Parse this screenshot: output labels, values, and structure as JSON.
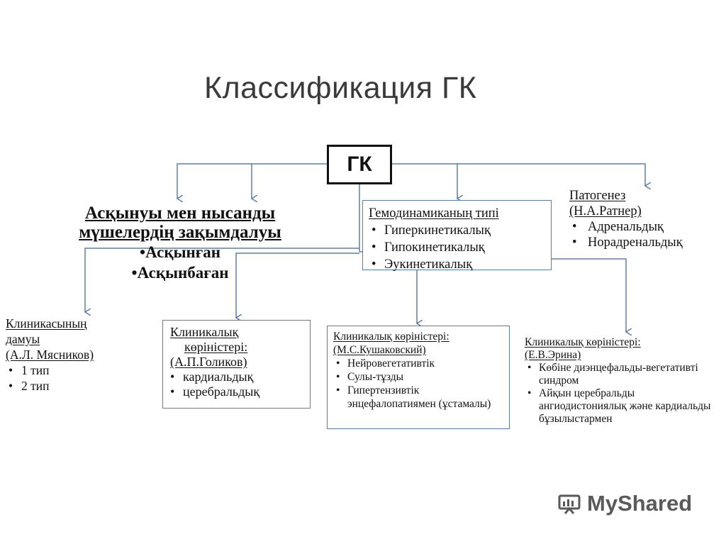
{
  "title": "Классификация ГК",
  "root": "ГК",
  "complications": {
    "line1": "Асқынуы мен нысанды",
    "line2": "мүшелердің зақымдалуы",
    "items": [
      "•Асқынған",
      "•Асқынбаған"
    ]
  },
  "hemodynamics": {
    "title": "Гемодинамиканың типі",
    "items": [
      "Гиперкинетикалық",
      "Гипокинетикалық",
      "Эукинетикалық"
    ]
  },
  "pathogenesis": {
    "title_line1": "Патогенез",
    "title_line2": "(Н.А.Ратнер)",
    "items": [
      "Адренальдық",
      "Норадренальдық"
    ]
  },
  "clinical_myasnikov": {
    "title_line1": "Клиникасының",
    "title_line2": "дамуы",
    "title_line3": "(А.Л. Мясников)",
    "items": [
      "1 тип",
      "2 тип"
    ]
  },
  "clinical_golikov": {
    "title_line1": "Клиникалық",
    "title_line2": "көріністері:",
    "title_line3": "(А.П.Голиков)",
    "items": [
      "кардиальдық",
      "церебральдық"
    ]
  },
  "clinical_kushakovsky": {
    "title_line1": "Клиникалық көріністері:",
    "title_line2": "(М.С.Кушаковский)",
    "items": [
      "Нейровегетативтік",
      "Сулы-тұзды",
      "Гипертензивтік энцефалопатиямен (ұстамалы)"
    ]
  },
  "clinical_erina": {
    "title_line1": "Клиникалық көріністері:",
    "title_line2": "(Е.В.Эрина)",
    "items": [
      "Көбіне диэнцефальды-вегетативті синдром",
      "Айқын церебральды ангиодистониялық және кардиальды бұзылыстармен"
    ]
  },
  "watermark": "MyShared",
  "colors": {
    "connector": "#5b7fa6",
    "box_border": "#5b7fa6",
    "title": "#3a3a3a"
  }
}
